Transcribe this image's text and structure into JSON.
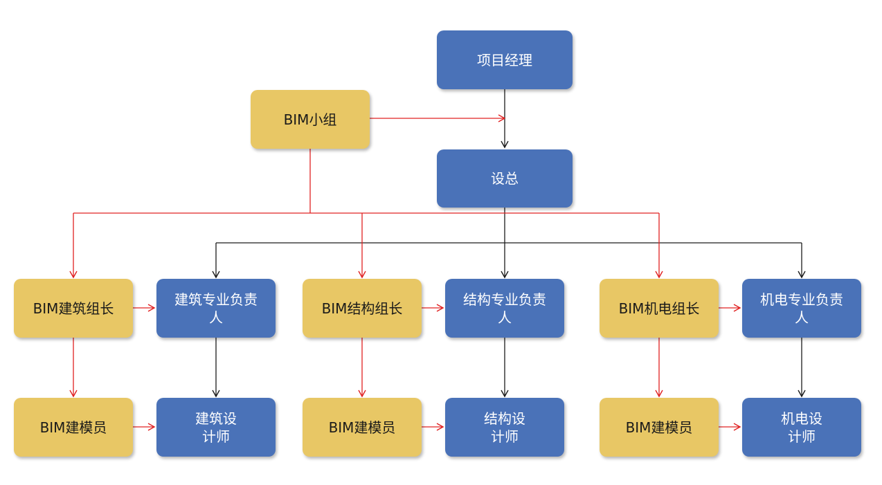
{
  "colors": {
    "blue_box": "#4a72b8",
    "gold_box": "#e8c765",
    "black_connector": "#1a1a1a",
    "red_connector": "#e02020"
  },
  "nodes": {
    "project_manager": "项目经理",
    "bim_team": "BIM小组",
    "chief_designer": "设总",
    "bim_arch_lead": "BIM建筑组长",
    "arch_lead": "建筑专业负责\n人",
    "bim_struct_lead": "BIM结构组长",
    "struct_lead": "结构专业负责\n人",
    "bim_mep_lead": "BIM机电组长",
    "mep_lead": "机电专业负责\n人",
    "bim_modeler_arch": "BIM建模员",
    "arch_designer": "建筑设\n计师",
    "bim_modeler_struct": "BIM建模员",
    "struct_designer": "结构设\n计师",
    "bim_modeler_mep": "BIM建模员",
    "mep_designer": "机电设\n计师"
  }
}
